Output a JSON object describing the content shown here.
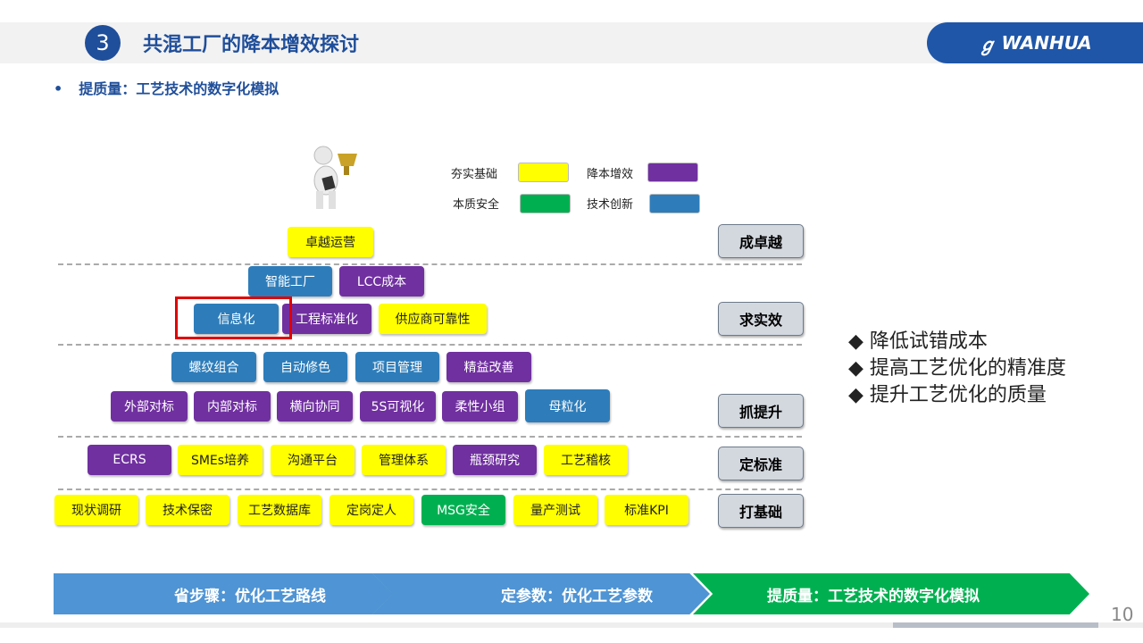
{
  "header": {
    "section_number": "3",
    "title": "共混工厂的降本增效探讨",
    "logo_text": "WANHUA"
  },
  "subtitle": {
    "bullet": "•",
    "text": "提质量：工艺技术的数字化模拟"
  },
  "legend": [
    {
      "label": "夯实基础",
      "color": "#ffff00"
    },
    {
      "label": "降本增效",
      "color": "#7030a0"
    },
    {
      "label": "本质安全",
      "color": "#00b050"
    },
    {
      "label": "技术创新",
      "color": "#2e7dba"
    }
  ],
  "levels": [
    "成卓越",
    "求实效",
    "抓提升",
    "定标准",
    "打基础"
  ],
  "rows": {
    "r1": [
      "卓越运营"
    ],
    "r2": [
      "智能工厂",
      "LCC成本"
    ],
    "r3": [
      "信息化",
      "工程标准化",
      "供应商可靠性"
    ],
    "r4": [
      "螺纹组合",
      "自动修色",
      "项目管理",
      "精益改善"
    ],
    "r5": [
      "外部对标",
      "内部对标",
      "横向协同",
      "5S可视化",
      "柔性小组",
      "母粒化"
    ],
    "r6": [
      "ECRS",
      "SMEs培养",
      "沟通平台",
      "管理体系",
      "瓶颈研究",
      "工艺稽核"
    ],
    "r7": [
      "现状调研",
      "技术保密",
      "工艺数据库",
      "定岗定人",
      "MSG安全",
      "量产测试",
      "标准KPI"
    ]
  },
  "benefits": [
    "◆ 降低试错成本",
    "◆ 提高工艺优化的精准度",
    "◆ 提升工艺优化的质量"
  ],
  "steps": [
    "省步骤：优化工艺路线",
    "定参数：优化工艺参数",
    "提质量：工艺技术的数字化模拟"
  ],
  "page_number": "10"
}
